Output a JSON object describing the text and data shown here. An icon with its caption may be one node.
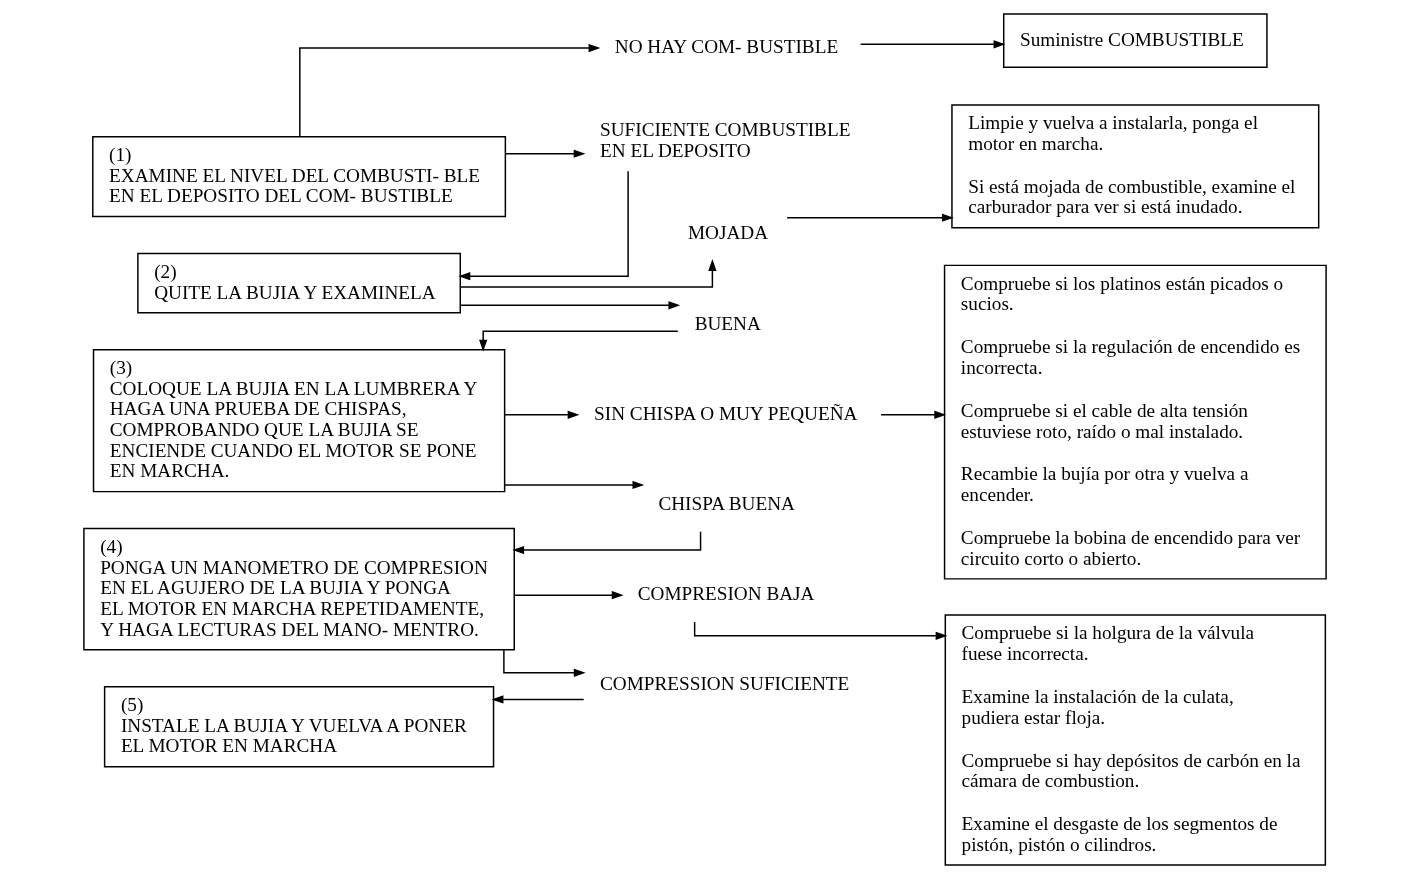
{
  "diagram": {
    "nodes": [
      {
        "text": [
          "(1)",
          "EXAMINE EL NIVEL DEL COMBUSTI- BLE EN EL DEPOSITO DEL COM- BUSTIBLE"
        ]
      },
      {
        "text": [
          "NO HAY COM- BUSTIBLE"
        ]
      },
      {
        "text": [
          "SUFICIENTE COMBUSTIBLE EN EL DEPOSITO"
        ]
      },
      {
        "text": [
          "Suministre COMBUSTIBLE"
        ]
      },
      {
        "text": [
          "(2)",
          "QUITE LA BUJIA Y EXAMINELA"
        ]
      },
      {
        "text": [
          "MOJADA"
        ]
      },
      {
        "text": [
          "BUENA"
        ]
      },
      {
        "text": [
          "Limpie y vuelva a instalarla, ponga el motor en marcha.",
          "Si está mojada de combustible, examine el carburador para ver si está inudado."
        ]
      },
      {
        "text": [
          "(3)",
          "COLOQUE LA BUJIA EN LA LUMBRERA Y HAGA UNA PRUEBA DE CHISPAS, COMPROBANDO QUE LA BUJIA SE ENCIENDE CUANDO EL MOTOR SE PONE EN MARCHA."
        ]
      },
      {
        "text": [
          "SIN CHISPA O MUY PEQUEÑA"
        ]
      },
      {
        "text": [
          "CHISPA BUENA"
        ]
      },
      {
        "text": [
          "Compruebe si los platinos están picados o sucios.",
          "Compruebe si la regulación de encendido es incorrecta.",
          "Compruebe si el cable de alta tensión estuviese roto, raído o mal instalado.",
          "Recambie la bujía por otra y vuelva a encender.",
          "Compruebe la bobina de encendido para ver circuito corto o abierto."
        ]
      },
      {
        "text": [
          "(4)",
          "PONGA UN MANOMETRO DE COMPRESION EN EL AGUJERO DE LA BUJIA Y PONGA EL MOTOR EN MARCHA REPETIDAMENTE, Y HAGA LECTURAS DEL MANO- MENTRO."
        ]
      },
      {
        "text": [
          "COMPRESION BAJA"
        ]
      },
      {
        "text": [
          "COMPRESSION SUFICIENTE"
        ]
      },
      {
        "text": [
          "Compruebe si la holgura de la válvula fuese incorrecta.",
          "Examine la instalación de la culata, pudiera estar floja.",
          "Compruebe si hay depósitos de carbón en la cámara de combustion.",
          "Examine el desgaste de los segmentos de pistón, pistón o cilindros."
        ]
      },
      {
        "text": [
          "(5)",
          "INSTALE LA BUJIA Y VUELVA A PONER EL MOTOR EN MARCHA"
        ]
      }
    ],
    "edges": [
      {
        "from": 0,
        "to": 1,
        "arrow": "to"
      },
      {
        "from": 0,
        "to": 2,
        "arrow": "to"
      },
      {
        "from": 1,
        "to": 3,
        "arrow": "to"
      },
      {
        "from": 2,
        "to": 4,
        "arrow": "to"
      },
      {
        "from": 4,
        "to": 5,
        "arrow": "to"
      },
      {
        "from": 4,
        "to": 6,
        "arrow": "to"
      },
      {
        "from": 5,
        "to": 7,
        "arrow": "to"
      },
      {
        "from": 6,
        "to": 8,
        "arrow": "to"
      },
      {
        "from": 8,
        "to": 9,
        "arrow": "to"
      },
      {
        "from": 8,
        "to": 10,
        "arrow": "to"
      },
      {
        "from": 9,
        "to": 11,
        "arrow": "to"
      },
      {
        "from": 10,
        "to": 12,
        "arrow": "to"
      },
      {
        "from": 12,
        "to": 13,
        "arrow": "to"
      },
      {
        "from": 12,
        "to": 14,
        "arrow": "to"
      },
      {
        "from": 13,
        "to": 15,
        "arrow": "to"
      },
      {
        "from": 14,
        "to": 16,
        "arrow": "to"
      }
    ]
  }
}
